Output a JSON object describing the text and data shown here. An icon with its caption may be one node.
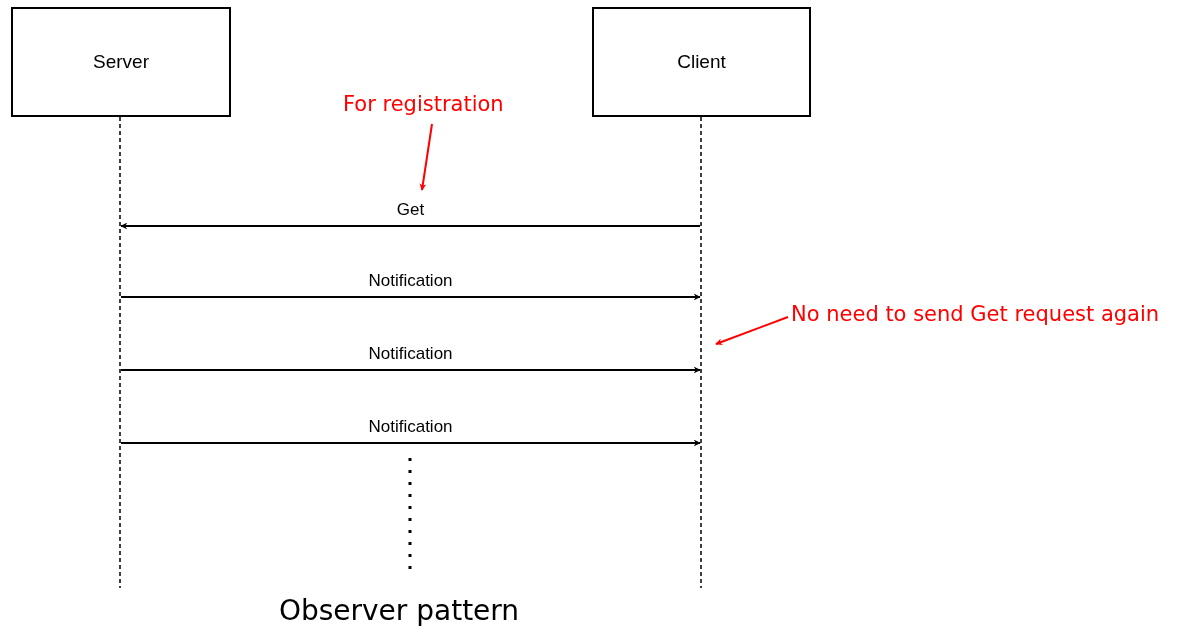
{
  "diagram": {
    "caption": "Observer pattern",
    "nodes": [
      {
        "text": [
          "Server"
        ]
      },
      {
        "text": [
          "Client"
        ]
      },
      {
        "text": [],
        "shape": "line"
      },
      {
        "text": [],
        "shape": "line"
      },
      {
        "text": [
          "For registration"
        ]
      },
      {
        "text": [
          "No need to send Get request again"
        ]
      }
    ],
    "edges": [
      {
        "from": 3,
        "to": 2,
        "arrow": "to",
        "label": "Get"
      },
      {
        "from": 2,
        "to": 3,
        "arrow": "to",
        "label": "Notification"
      },
      {
        "from": 2,
        "to": 3,
        "arrow": "to",
        "label": "Notification"
      },
      {
        "from": 2,
        "to": 3,
        "arrow": "to",
        "label": "Notification"
      },
      {
        "from": 4,
        "to": null,
        "arrow": "to",
        "color": "#ff0000"
      },
      {
        "from": 5,
        "to": 3,
        "arrow": "to",
        "color": "#ff0000"
      }
    ]
  }
}
